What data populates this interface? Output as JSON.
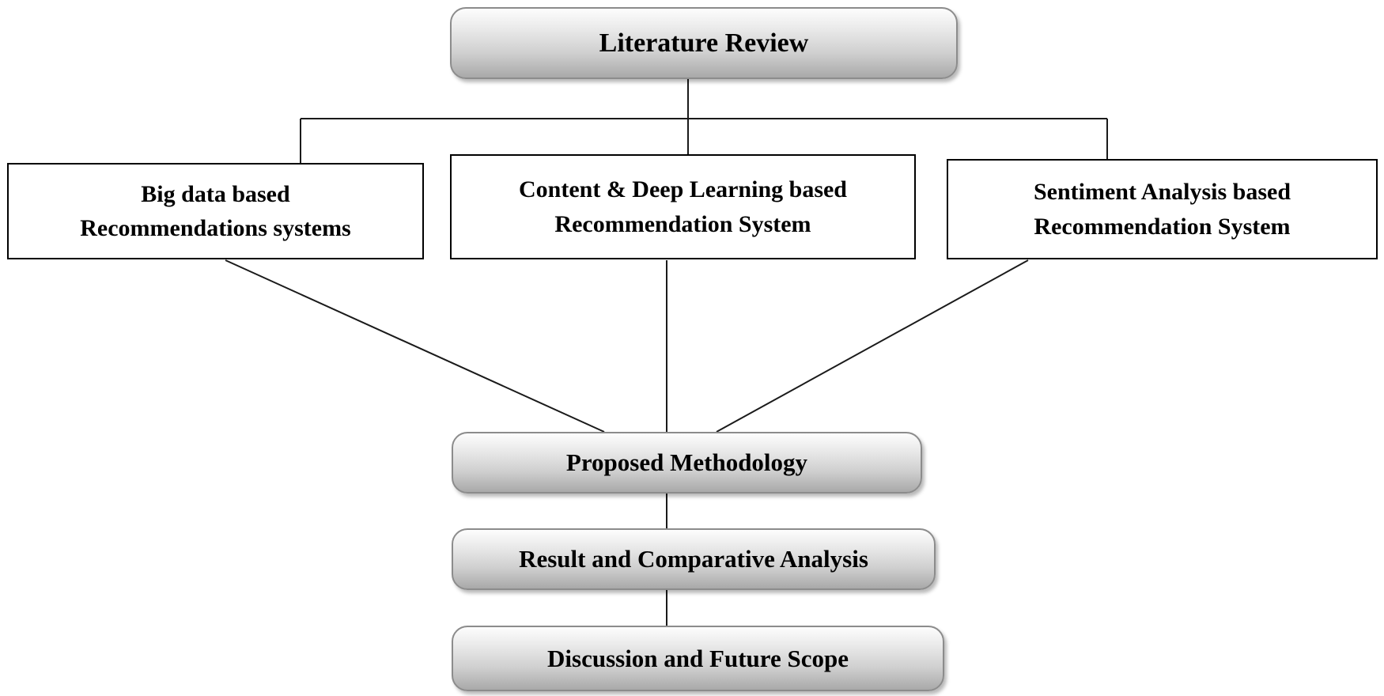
{
  "diagram": {
    "nodes": {
      "literature_review": {
        "label": "Literature Review"
      },
      "big_data": {
        "line1": "Big data based",
        "line2": "Recommendations systems"
      },
      "content_deep": {
        "line1": "Content & Deep Learning based",
        "line2": "Recommendation System"
      },
      "sentiment": {
        "line1": "Sentiment Analysis based",
        "line2": "Recommendation System"
      },
      "proposed": {
        "label": "Proposed Methodology"
      },
      "result": {
        "label": "Result and Comparative Analysis"
      },
      "discussion": {
        "label": "Discussion and Future Scope"
      }
    },
    "colors": {
      "connector_line": "#1a1a1a",
      "rect_border": "#000000",
      "rounded_border": "#8c8c8c",
      "rounded_gradient_top": "#fdfdfd",
      "rounded_gradient_bottom": "#a9a9a9",
      "text": "#000000",
      "background": "#ffffff"
    }
  }
}
